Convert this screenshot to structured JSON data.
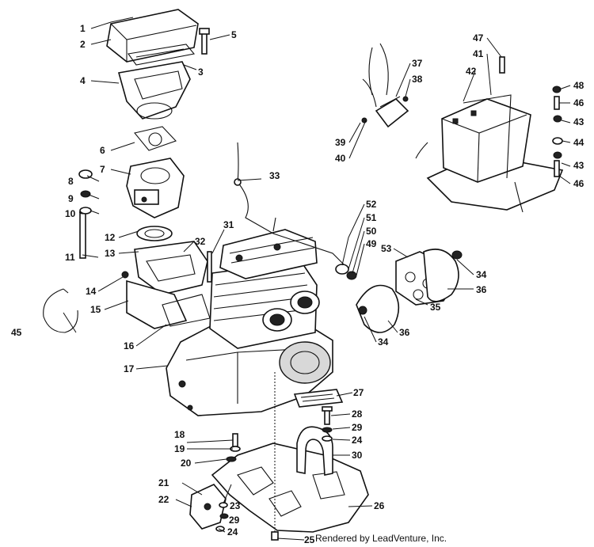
{
  "credit": "Rendered by LeadVenture, Inc.",
  "callouts": [
    "1",
    "2",
    "3",
    "4",
    "5",
    "6",
    "7",
    "8",
    "9",
    "10",
    "11",
    "12",
    "13",
    "14",
    "15",
    "16",
    "17",
    "18",
    "19",
    "20",
    "21",
    "22",
    "23",
    "24",
    "24",
    "24",
    "25",
    "26",
    "27",
    "28",
    "29",
    "29",
    "30",
    "31",
    "32",
    "33",
    "34",
    "34",
    "35",
    "36",
    "36",
    "37",
    "38",
    "39",
    "40",
    "41",
    "42",
    "43",
    "43",
    "44",
    "45",
    "46",
    "46",
    "47",
    "48",
    "49",
    "50",
    "51",
    "52",
    "53"
  ]
}
